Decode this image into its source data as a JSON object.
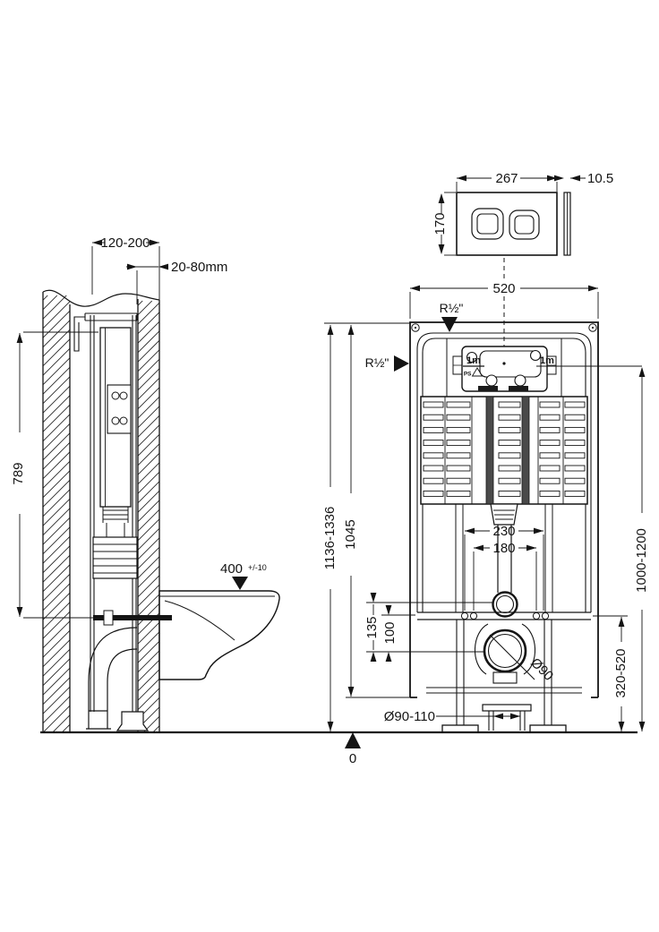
{
  "colors": {
    "ink": "#141414",
    "paper": "#ffffff",
    "band_fill": "#4a4a4a",
    "tab_fill": "#1a1a1a"
  },
  "flush_plate": {
    "width": "267",
    "height": "170",
    "thickness": "10.5"
  },
  "side_view": {
    "install_depth": "120-200",
    "wall_thickness": "20-80mm",
    "cistern_top_height": "789",
    "seat_height": "400",
    "seat_height_tolerance": "+/-10"
  },
  "front_view": {
    "frame_width": "520",
    "inlet_thread_top": "R½\"",
    "inlet_thread_side": "R½\"",
    "hose_length_left": "1m",
    "hose_note_left": "PS",
    "hose_length_right": "1m",
    "frame_height_range": "1136-1336",
    "frame_body_height": "1045",
    "inlet_height_range": "1000-1200",
    "outlet_height_range": "320-520",
    "fixing_spacing_outer": "230",
    "fixing_spacing_inner": "180",
    "flush_bend_offset": "135",
    "rail_offset": "100",
    "outlet_diameter": "Ø90",
    "waste_pipe_diameter": "Ø90-110",
    "floor_level": "0"
  }
}
